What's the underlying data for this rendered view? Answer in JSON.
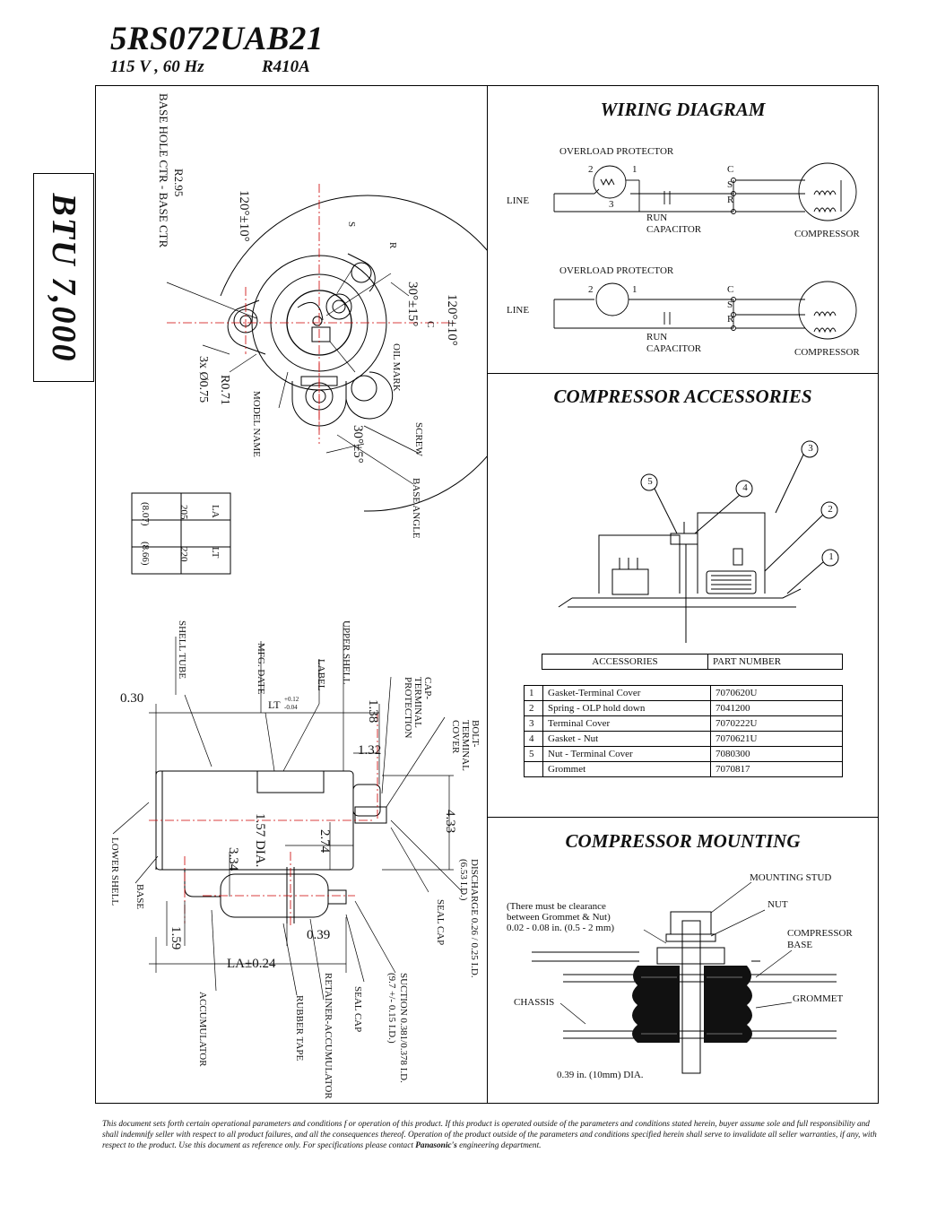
{
  "header": {
    "model": "5RS072UAB21",
    "voltage": "115 V , 60 Hz",
    "refrigerant": "R410A"
  },
  "side_badge": {
    "text": "BTU 7,000"
  },
  "top_view": {
    "labels": {
      "base_hole": "BASE HOLE CTR - BASE CTR",
      "r295": "R2.95",
      "angle_left": "120°±10°",
      "angle_right": "120°±10°",
      "angle_30_15": "30°±15°",
      "angle_30_5": "30°±5°",
      "s": "S",
      "r": "R",
      "c": "C",
      "holes": "3x Ø0.75",
      "r071": "R0.71",
      "model_name": "MODEL NAME",
      "oil_mark": "OIL MARK",
      "screw": "SCREW",
      "base_angle": "BASE ANGLE"
    }
  },
  "dim_table": {
    "headers": [
      "LA",
      "LT"
    ],
    "mm": [
      "205",
      "220"
    ],
    "inch": [
      "(8.07)",
      "(8.66)"
    ]
  },
  "side_view": {
    "labels": {
      "shell_tube": "SHELL TUBE",
      "mfg_date": "MFG. DATE",
      "label": "LABEL",
      "upper_shell": "UPPER SHELL",
      "cap_terminal": "CAP-TERMINAL PROTECTION",
      "bolt_terminal": "BOLT-TERMINAL COVER",
      "lower_shell": "LOWER SHELL",
      "base": "BASE",
      "accumulator": "ACCUMULATOR",
      "rubber_tape": "RUBBER TAPE",
      "retainer": "RETAINER-ACCUMULATOR",
      "seal_cap_lower": "SEAL CAP",
      "suction": "SUCTION 0.381/0.378 I.D.",
      "suction_mm": "(9.7 +/- 0.15 I.D.)",
      "seal_cap": "SEAL CAP",
      "discharge": "DISCHARGE 0.26 / 0.25 I.D.",
      "discharge_mm": "(6.53 I.D.)",
      "lt": "LT",
      "lt_plus": "+0.12",
      "lt_minus": "-0.04",
      "la": "LA±0.24"
    },
    "dims": {
      "d030": "0.30",
      "d138": "1.38",
      "d132": "1.32",
      "d433": "4.33",
      "d274": "2.74",
      "d157": "1.57 DIA.",
      "d334": "3.34",
      "d159": "1.59",
      "d039": "0.39"
    }
  },
  "wiring": {
    "title": "WIRING DIAGRAM",
    "overload": "OVERLOAD PROTECTOR",
    "line": "LINE",
    "run_cap_1": "RUN",
    "run_cap_2": "CAPACITOR",
    "compressor": "COMPRESSOR",
    "c": "C",
    "s": "S",
    "r": "R",
    "n1": "1",
    "n2": "2",
    "n3": "3"
  },
  "accessories": {
    "title": "COMPRESSOR ACCESSORIES",
    "callouts": [
      "1",
      "2",
      "3",
      "4",
      "5"
    ],
    "col_accessories": "ACCESSORIES",
    "col_part": "PART NUMBER",
    "rows": [
      {
        "num": "1",
        "name": "Gasket-Terminal Cover",
        "part": "7070620U"
      },
      {
        "num": "2",
        "name": "Spring - OLP hold down",
        "part": "7041200"
      },
      {
        "num": "3",
        "name": "Terminal Cover",
        "part": "7070222U"
      },
      {
        "num": "4",
        "name": "Gasket - Nut",
        "part": "7070621U"
      },
      {
        "num": "5",
        "name": "Nut - Terminal Cover",
        "part": "7080300"
      },
      {
        "num": "",
        "name": "Grommet",
        "part": "7070817"
      }
    ]
  },
  "mounting": {
    "title": "COMPRESSOR MOUNTING",
    "stud": "MOUNTING STUD",
    "nut": "NUT",
    "base1": "COMPRESSOR",
    "base2": "BASE",
    "grommet": "GROMMET",
    "chassis": "CHASSIS",
    "note1": "(There must be clearance",
    "note2": "between Grommet & Nut)",
    "note3": "0.02 - 0.08 in. (0.5 - 2 mm)",
    "dia": "0.39 in. (10mm) DIA."
  },
  "disclaimer": {
    "before": "This document sets forth certain operational parameters and conditions f or operation of this product.  If this product is operated outside of the parameters and conditions stated herein, buyer assume sole and full responsibility and shall indemnify seller with respect to all product failures, and all the consequences thereof.  Operation of the product outside of the parameters and conditions specified herein shall serve to invalidate all seller warranties, if any, with respect to the product.  Use this document as reference only.  For specifications please contact ",
    "brand": "Panasonic's",
    "after": " engineering department."
  }
}
